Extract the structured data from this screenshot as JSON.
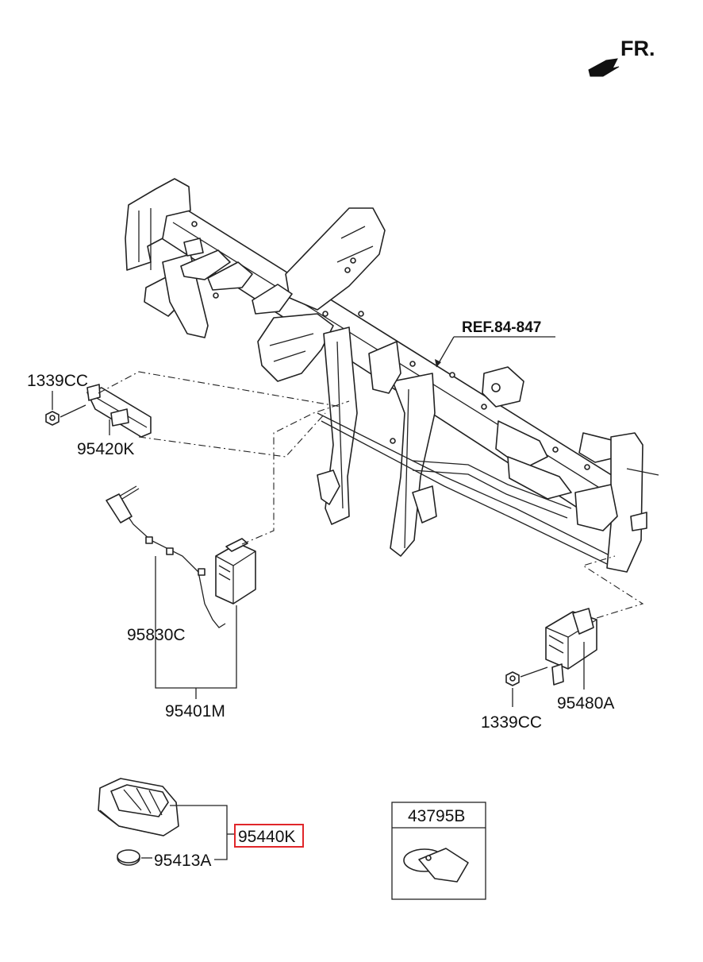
{
  "direction": {
    "label": "FR.",
    "icon": "front-direction-arrow-icon"
  },
  "reference": {
    "label": "REF.84-847"
  },
  "parts": {
    "nut_left": "1339CC",
    "bracket": "95420K",
    "antenna": "95830C",
    "module_assy": "95401M",
    "nut_right": "1339CC",
    "control_unit": "95480A",
    "smart_key": "95440K",
    "battery": "95413A",
    "key_tag": "43795B"
  },
  "highlight": {
    "part": "95440K",
    "color": "#e0262a"
  }
}
